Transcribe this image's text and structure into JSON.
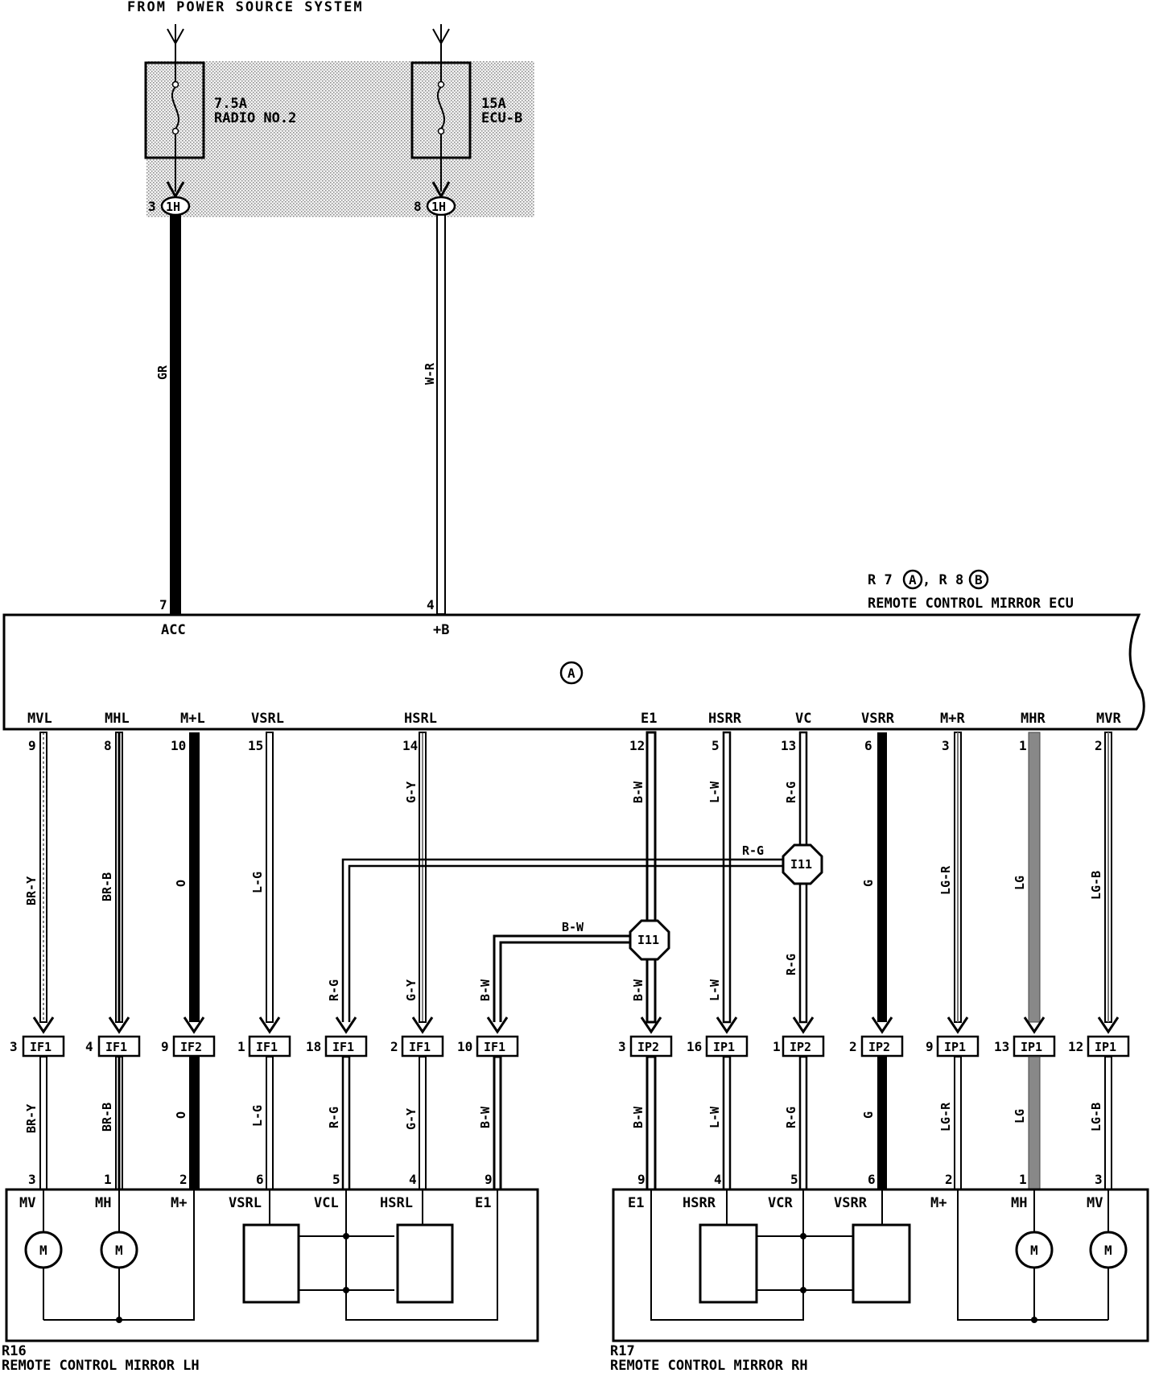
{
  "header": {
    "source": "FROM POWER SOURCE SYSTEM"
  },
  "fuses": [
    {
      "rating": "7.5A",
      "name": "RADIO NO.2",
      "pin": "3",
      "connector": "1H"
    },
    {
      "rating": "15A",
      "name": "ECU-B",
      "pin": "8",
      "connector": "1H"
    }
  ],
  "power_wires": [
    {
      "color": "GR",
      "ecu_pin": "7",
      "terminal": "ACC"
    },
    {
      "color": "W-R",
      "ecu_pin": "4",
      "terminal": "+B"
    }
  ],
  "ecu": {
    "ref": "R 7",
    "ref_a": "A",
    "ref_sep": ", R 8",
    "ref_b": "B",
    "name": "REMOTE CONTROL MIRROR ECU",
    "section": "A",
    "terminals": [
      {
        "name": "MVL",
        "pin": "9"
      },
      {
        "name": "MHL",
        "pin": "8"
      },
      {
        "name": "M+L",
        "pin": "10"
      },
      {
        "name": "VSRL",
        "pin": "15"
      },
      {
        "name": "HSRL",
        "pin": "14"
      },
      {
        "name": "E1",
        "pin": "12"
      },
      {
        "name": "HSRR",
        "pin": "5"
      },
      {
        "name": "VC",
        "pin": "13"
      },
      {
        "name": "VSRR",
        "pin": "6"
      },
      {
        "name": "M+R",
        "pin": "3"
      },
      {
        "name": "MHR",
        "pin": "1"
      },
      {
        "name": "MVR",
        "pin": "2"
      }
    ]
  },
  "wire_colors": {
    "w1": "BR-Y",
    "w2": "BR-B",
    "w3": "O",
    "w4": "L-G",
    "w5": "G-Y",
    "w6": "B-W",
    "w7": "L-W",
    "w8": "R-G",
    "w9": "G",
    "w10": "LG-R",
    "w11": "LG",
    "w12": "LG-B",
    "w13": "R-G",
    "w14": "B-W"
  },
  "splices": [
    {
      "id": "I11"
    },
    {
      "id": "I11"
    }
  ],
  "connectors": [
    {
      "pin": "3",
      "id": "IF1"
    },
    {
      "pin": "4",
      "id": "IF1"
    },
    {
      "pin": "9",
      "id": "IF2"
    },
    {
      "pin": "1",
      "id": "IF1"
    },
    {
      "pin": "18",
      "id": "IF1"
    },
    {
      "pin": "2",
      "id": "IF1"
    },
    {
      "pin": "10",
      "id": "IF1"
    },
    {
      "pin": "3",
      "id": "IP2"
    },
    {
      "pin": "16",
      "id": "IP1"
    },
    {
      "pin": "1",
      "id": "IP2"
    },
    {
      "pin": "2",
      "id": "IP2"
    },
    {
      "pin": "9",
      "id": "IP1"
    },
    {
      "pin": "13",
      "id": "IP1"
    },
    {
      "pin": "12",
      "id": "IP1"
    }
  ],
  "mirror_lh": {
    "ref": "R16",
    "name": "REMOTE CONTROL MIRROR LH",
    "pins": [
      "3",
      "1",
      "2",
      "6",
      "5",
      "4",
      "9"
    ],
    "terminals": [
      "MV",
      "MH",
      "M+",
      "VSRL",
      "VCL",
      "HSRL",
      "E1"
    ],
    "motor_label": "M"
  },
  "mirror_rh": {
    "ref": "R17",
    "name": "REMOTE CONTROL MIRROR RH",
    "pins": [
      "9",
      "4",
      "5",
      "6",
      "2",
      "1",
      "3"
    ],
    "terminals": [
      "E1",
      "HSRR",
      "VCR",
      "VSRR",
      "M+",
      "MH",
      "MV"
    ],
    "motor_label": "M"
  },
  "colors": {
    "ink": "#000000",
    "paper": "#ffffff",
    "shade": "#d9d9d9"
  }
}
